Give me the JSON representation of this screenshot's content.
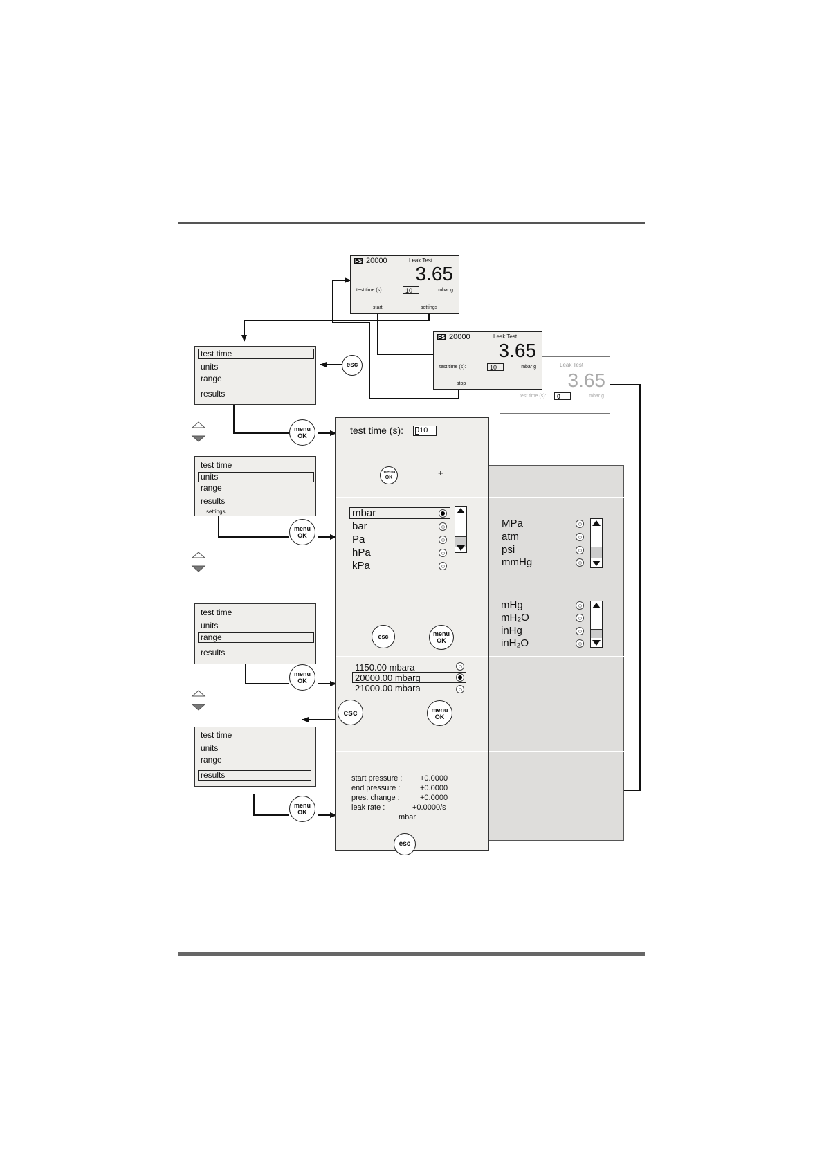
{
  "screens": {
    "main": {
      "fs_badge": "FS",
      "fs_value": "20000",
      "title": "Leak Test",
      "reading": "3.65",
      "test_time_label": "test time (s):",
      "test_time_value": "10",
      "unit": "mbar g",
      "left_soft": "start",
      "right_soft": "settings"
    },
    "running": {
      "fs_badge": "FS",
      "fs_value": "20000",
      "title": "Leak Test",
      "reading": "3.65",
      "test_time_label": "test time (s):",
      "test_time_value": "10",
      "unit": "mbar g",
      "left_soft": "stop"
    },
    "done": {
      "title": "Leak Test",
      "reading": "3.65",
      "test_time_label": "test time (s):",
      "test_time_value": "0",
      "unit": "mbar g"
    }
  },
  "menus": {
    "items": [
      "test time",
      "units",
      "range",
      "results"
    ],
    "sublabel": "settings"
  },
  "buttons": {
    "menu": "menu",
    "ok": "OK",
    "esc": "esc"
  },
  "test_time_panel": {
    "label": "test time (s):",
    "value": "010",
    "cursor_digit": "0",
    "plus": "+"
  },
  "units_panel": {
    "list1": [
      "mbar",
      "bar",
      "Pa",
      "hPa",
      "kPa"
    ],
    "list2": [
      "MPa",
      "atm",
      "psi",
      "mmHg"
    ],
    "list3": [
      "mHg",
      "mH₂O",
      "inHg",
      "inH₂O"
    ]
  },
  "range_panel": {
    "options": [
      "1150.00 mbara",
      "20000.00 mbarg",
      "21000.00 mbara"
    ]
  },
  "results_panel": {
    "rows": [
      {
        "label": "start pressure :",
        "value": "+0.0000"
      },
      {
        "label": "end pressure :",
        "value": "+0.0000"
      },
      {
        "label": "pres. change :",
        "value": "+0.0000"
      },
      {
        "label": "leak rate :",
        "value": "+0.0000/s"
      }
    ],
    "unit": "mbar"
  }
}
